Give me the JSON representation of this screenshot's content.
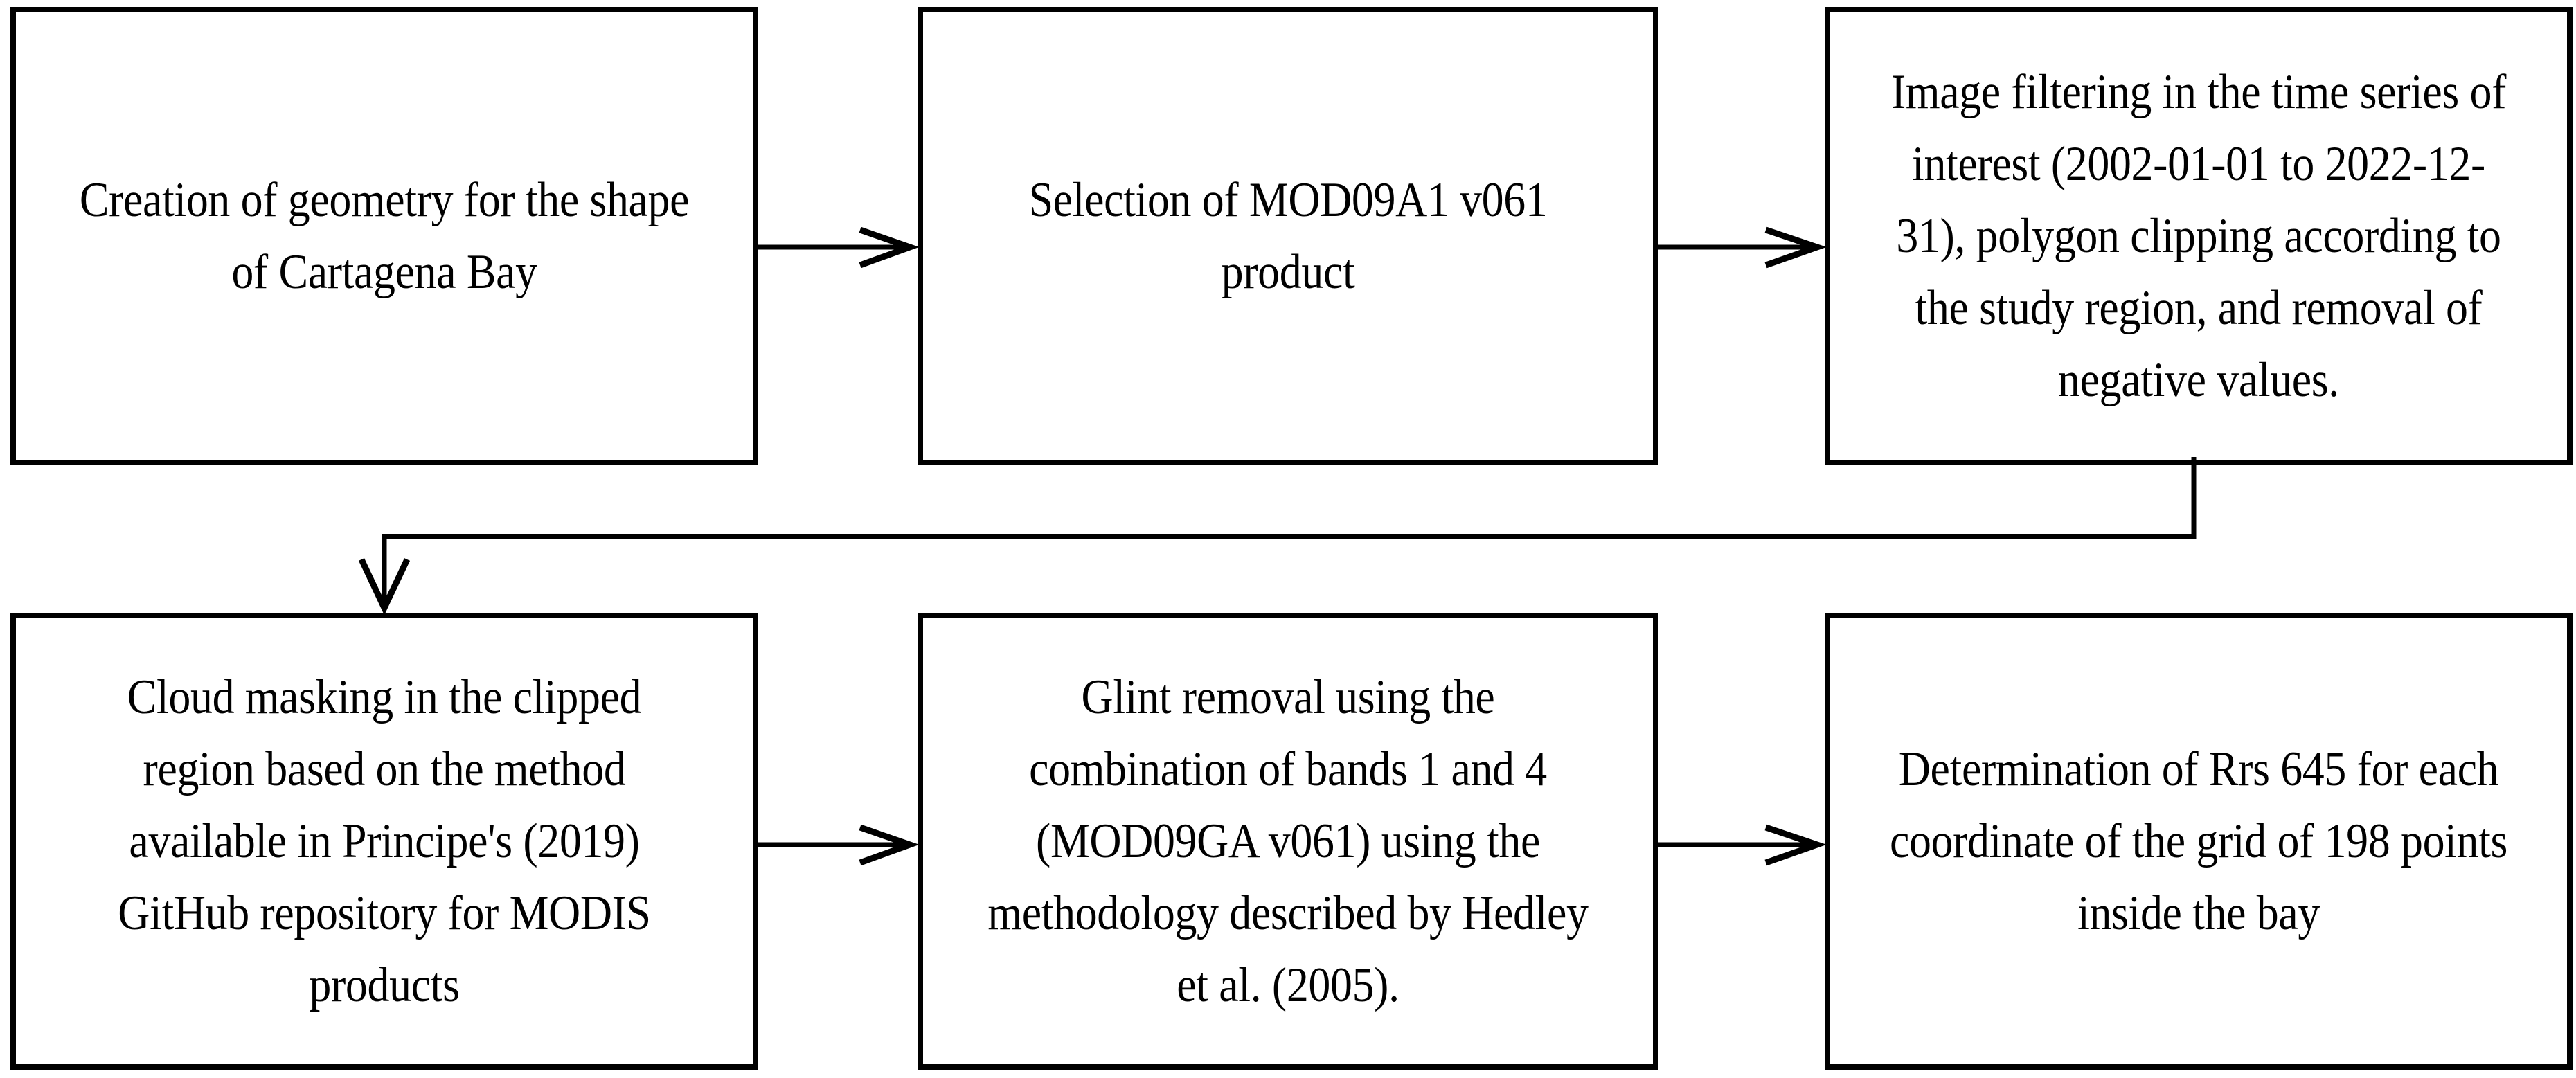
{
  "diagram": {
    "type": "flowchart",
    "orientation": "two-row-serpentine",
    "background_color": "#ffffff",
    "line_color": "#000000",
    "box_border_color": "#000000",
    "box_fill_color": "#ffffff",
    "nodes": [
      {
        "id": "box-1",
        "order": 1,
        "row": 1,
        "column": 1,
        "text": "Creation of geometry for the shape of Cartagena Bay"
      },
      {
        "id": "box-2",
        "order": 2,
        "row": 1,
        "column": 2,
        "text": "Selection of MOD09A1 v061 product"
      },
      {
        "id": "box-3",
        "order": 3,
        "row": 1,
        "column": 3,
        "text": "Image filtering in the time series of interest (2002-01-01 to 2022-12-31), polygon clipping according to the study region, and removal of negative values."
      },
      {
        "id": "box-4",
        "order": 4,
        "row": 2,
        "column": 1,
        "text": "Cloud masking in the clipped region based on the method available in Principe's (2019) GitHub repository for MODIS products"
      },
      {
        "id": "box-5",
        "order": 5,
        "row": 2,
        "column": 2,
        "text": "Glint removal using the combination of bands 1 and 4 (MOD09GA v061) using the methodology described by Hedley et al. (2005)."
      },
      {
        "id": "box-6",
        "order": 6,
        "row": 2,
        "column": 3,
        "text": "Determination of Rrs 645 for each coordinate of the grid of 198 points inside the bay"
      }
    ],
    "edges": [
      {
        "id": "arrow-1-2",
        "from": "box-1",
        "to": "box-2",
        "style": "straight-horizontal",
        "direction": "right"
      },
      {
        "id": "arrow-2-3",
        "from": "box-2",
        "to": "box-3",
        "style": "straight-horizontal",
        "direction": "right"
      },
      {
        "id": "elbow-3-4",
        "from": "box-3",
        "to": "box-4",
        "style": "elbow-down-left-down",
        "direction": "down"
      },
      {
        "id": "arrow-4-5",
        "from": "box-4",
        "to": "box-5",
        "style": "straight-horizontal",
        "direction": "right"
      },
      {
        "id": "arrow-5-6",
        "from": "box-5",
        "to": "box-6",
        "style": "straight-horizontal",
        "direction": "right"
      }
    ]
  }
}
